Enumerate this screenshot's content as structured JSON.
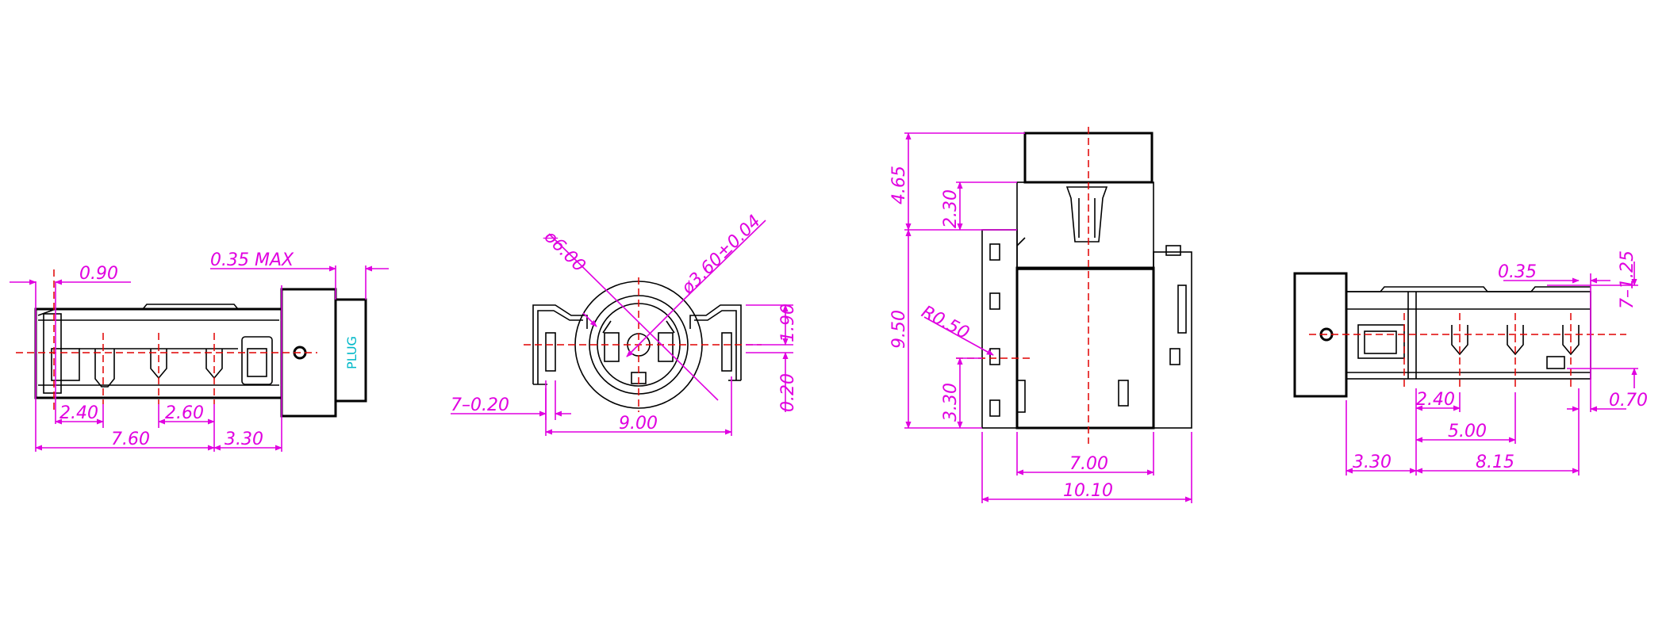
{
  "side_view_left": {
    "dims": {
      "d090": "0.90",
      "d035max": "0.35 MAX",
      "d240": "2.40",
      "d260": "2.60",
      "d760": "7.60",
      "d330": "3.30"
    },
    "plug_label": "PLUG"
  },
  "front_view": {
    "dims": {
      "phi600": "ø6.00",
      "phi360": "ø3.60±0.04",
      "d190": "1.90",
      "d020": "0.20",
      "d7_020": "7–0.20",
      "d900": "9.00"
    }
  },
  "top_view": {
    "dims": {
      "d465": "4.65",
      "d230": "2.30",
      "d950": "9.50",
      "r050": "R0.50",
      "d330": "3.30",
      "d700": "7.00",
      "d1010": "10.10"
    }
  },
  "side_view_right": {
    "dims": {
      "d035": "0.35",
      "d7_125": "7–1.25",
      "d240": "2.40",
      "d070": "0.70",
      "d500": "5.00",
      "d330": "3.30",
      "d815": "8.15"
    }
  }
}
